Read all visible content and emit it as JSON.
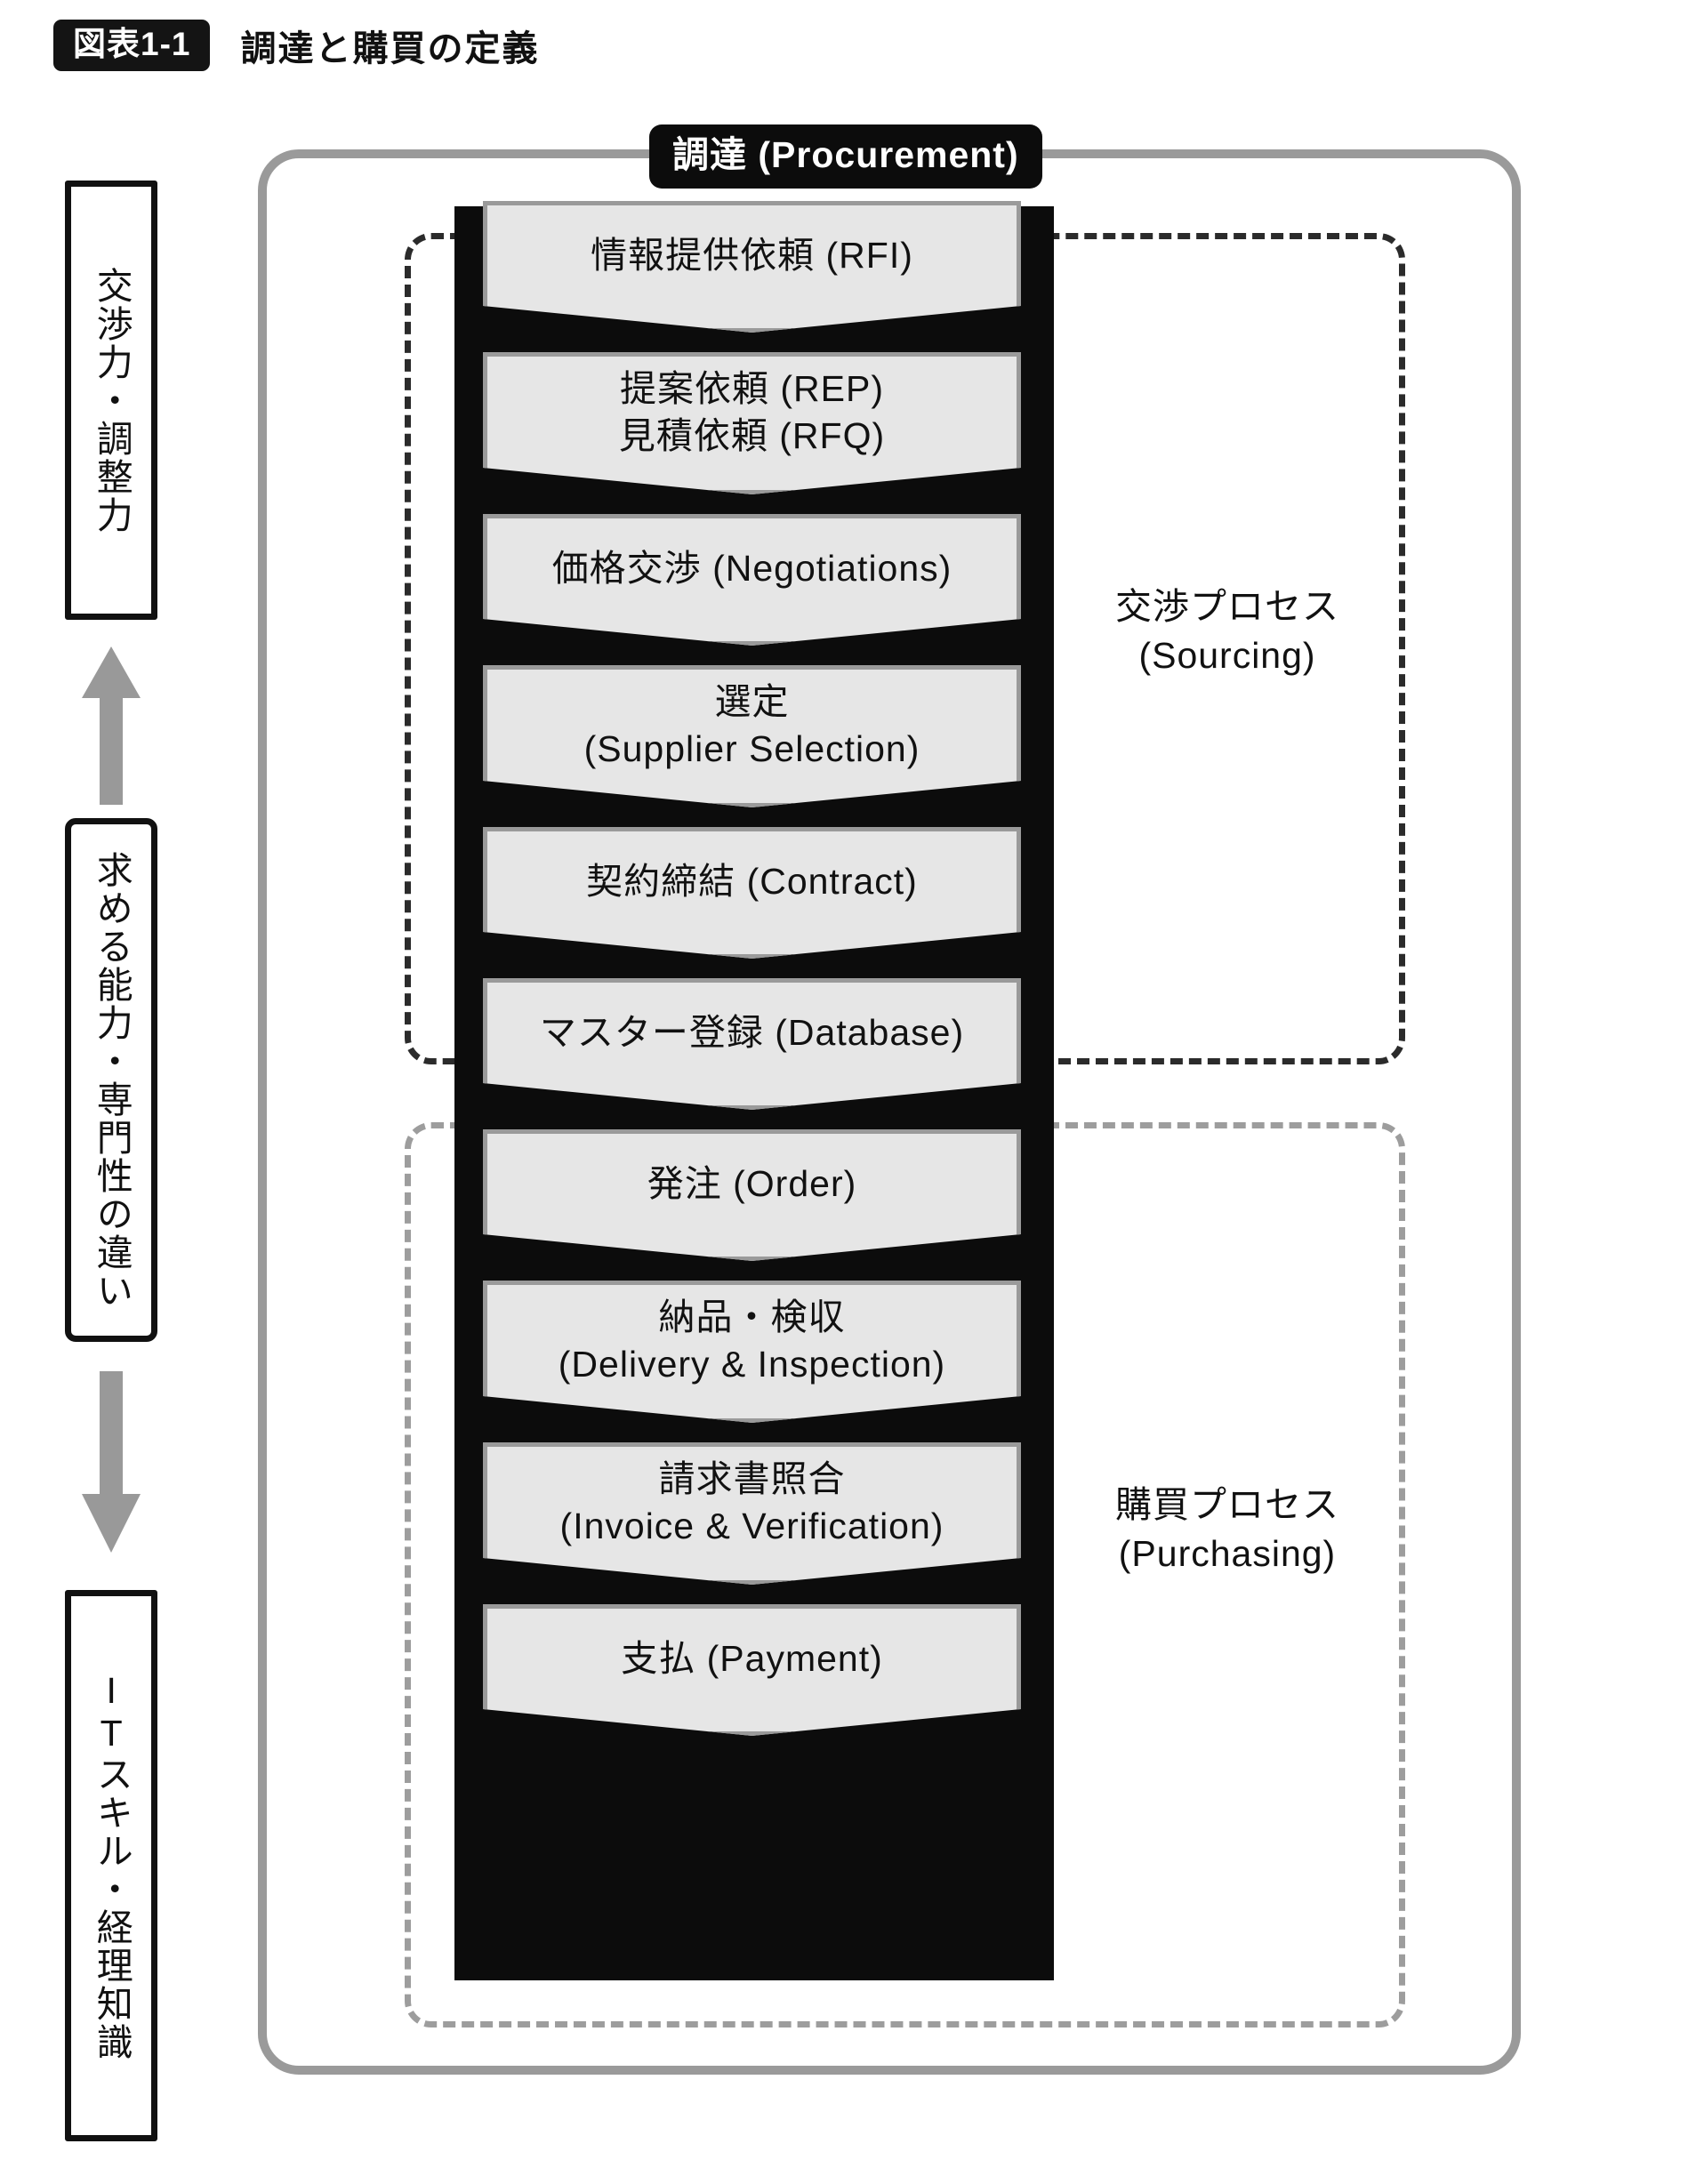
{
  "header": {
    "figure_badge": "図表1-1",
    "figure_title": "調達と購買の定義"
  },
  "procurement": {
    "badge": "調達 (Procurement)"
  },
  "left_rail": {
    "boxes": [
      {
        "label": "交渉力・調整力"
      },
      {
        "label": "求める能力・専門性の違い"
      },
      {
        "label": "ITスキル・経理知識"
      }
    ],
    "arrows": [
      {
        "name": "arrow-up",
        "direction": "up",
        "color": "#999999"
      },
      {
        "name": "arrow-down",
        "direction": "down",
        "color": "#999999"
      }
    ]
  },
  "groups": [
    {
      "id": "sourcing",
      "label": "交渉プロセス\n(Sourcing)",
      "border_style": "dashed",
      "border_color": "#2b2b2b",
      "steps": [
        {
          "label": "情報提供依頼 (RFI)"
        },
        {
          "label": "提案依頼 (REP)\n見積依頼 (RFQ)"
        },
        {
          "label": "価格交渉 (Negotiations)"
        },
        {
          "label": "選定\n(Supplier  Selection)"
        },
        {
          "label": "契約締結 (Contract)"
        }
      ]
    },
    {
      "id": "purchasing",
      "label": "購買プロセス\n(Purchasing)",
      "border_style": "dashed",
      "border_color": "#9d9d9d",
      "steps": [
        {
          "label": "マスター登録 (Database)"
        },
        {
          "label": "発注 (Order)"
        },
        {
          "label": "納品・検収\n(Delivery & Inspection)"
        },
        {
          "label": "請求書照合\n(Invoice & Verification)"
        },
        {
          "label": "支払 (Payment)"
        }
      ]
    }
  ],
  "colors": {
    "badge_bg": "#0c0c0c",
    "badge_text": "#ffffff",
    "spine": "#0c0c0c",
    "chevron_fill": "#e6e6e6",
    "chevron_border": "#9a9a9a",
    "container_border": "#9a9a9a",
    "arrow": "#999999",
    "text": "#111111"
  }
}
